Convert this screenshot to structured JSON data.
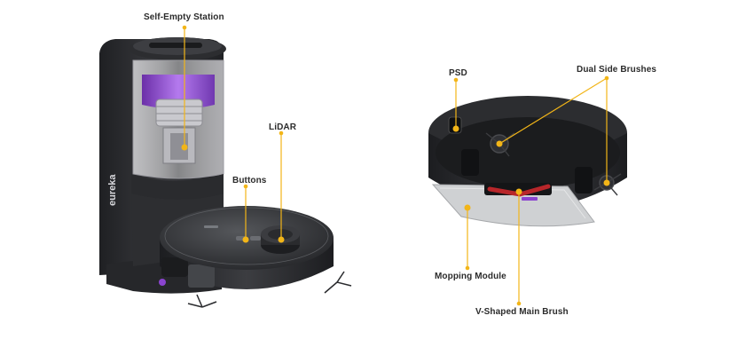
{
  "callouts": {
    "self_empty_station": "Self-Empty Station",
    "lidar": "LiDAR",
    "buttons": "Buttons",
    "psd": "PSD",
    "dual_side_brushes": "Dual Side Brushes",
    "mopping_module": "Mopping Module",
    "v_shaped_main_brush": "V-Shaped Main Brush"
  },
  "brand": {
    "station_logo": "eureka"
  },
  "colors": {
    "callout_accent": "#f2b518",
    "station_dust_cup": "#9a55d8",
    "device_body": "#2f3033",
    "mop_pad": "#cfd1d3",
    "main_brush": "#b8262a"
  }
}
